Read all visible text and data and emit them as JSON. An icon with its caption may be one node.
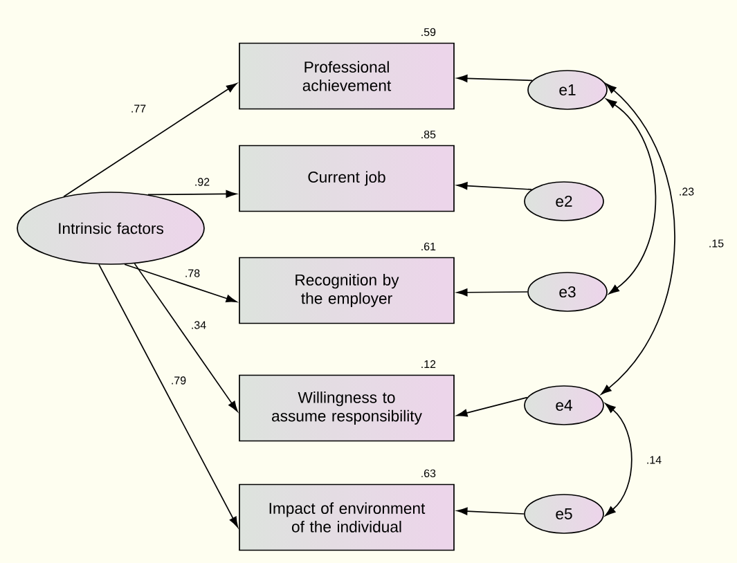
{
  "diagram": {
    "nodes": [
      {
        "text": [
          "Intrinsic factors"
        ]
      },
      {
        "text": [
          "Professional achievement"
        ],
        "beside": [
          ".59"
        ]
      },
      {
        "text": [
          "Current job"
        ],
        "beside": [
          ".85"
        ]
      },
      {
        "text": [
          "Recognition by the employer"
        ],
        "beside": [
          ".61"
        ]
      },
      {
        "text": [
          "Willingness to assume responsibility"
        ],
        "beside": [
          ".12"
        ]
      },
      {
        "text": [
          "Impact of environment of the individual"
        ],
        "beside": [
          ".63"
        ]
      },
      {
        "text": [
          "e1"
        ]
      },
      {
        "text": [
          "e2"
        ]
      },
      {
        "text": [
          "e3"
        ]
      },
      {
        "text": [
          "e4"
        ]
      },
      {
        "text": [
          "e5"
        ]
      }
    ],
    "edges": [
      {
        "from": 0,
        "to": 1,
        "arrow": "to",
        "label": ".77"
      },
      {
        "from": 0,
        "to": 2,
        "arrow": "to",
        "label": ".92"
      },
      {
        "from": 0,
        "to": 3,
        "arrow": "to",
        "label": ".78"
      },
      {
        "from": 0,
        "to": 4,
        "arrow": "to",
        "label": ".34"
      },
      {
        "from": 0,
        "to": 5,
        "arrow": "to",
        "label": ".79"
      },
      {
        "from": 6,
        "to": 1,
        "arrow": "to"
      },
      {
        "from": 7,
        "to": 2,
        "arrow": "to"
      },
      {
        "from": 8,
        "to": 3,
        "arrow": "to"
      },
      {
        "from": 9,
        "to": 4,
        "arrow": "to"
      },
      {
        "from": 10,
        "to": 5,
        "arrow": "to"
      },
      {
        "from": 6,
        "to": 8,
        "arrow": "both",
        "label": ".23"
      },
      {
        "from": 6,
        "to": 9,
        "arrow": "both",
        "label": ".15"
      },
      {
        "from": 9,
        "to": 10,
        "arrow": "both",
        "label": ".14"
      }
    ]
  }
}
